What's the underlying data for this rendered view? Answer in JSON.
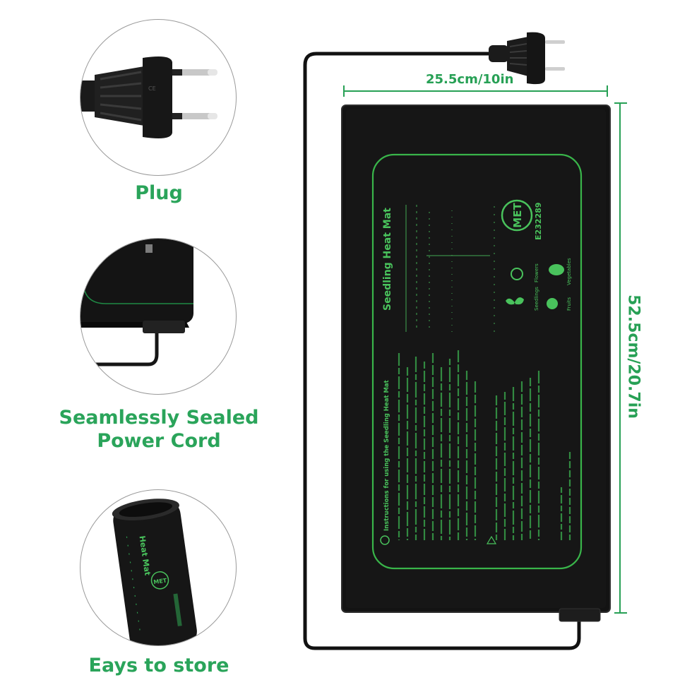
{
  "features": [
    {
      "caption": "Plug"
    },
    {
      "caption_line1": "Seamlessly Sealed",
      "caption_line2": "Power Cord"
    },
    {
      "caption": "Eays to store"
    }
  ],
  "dimensions": {
    "width": "25.5cm/10in",
    "length": "52.5cm/20.7in"
  },
  "mat": {
    "product_title": "Seedling Heat Mat",
    "cert_logo": "MET",
    "cert_code": "E232289",
    "instructions_heading": "Instructions for using the Seedling Heat Mat",
    "plants": [
      "Seedlings",
      "Flowers",
      "Fruits",
      "Vegetables"
    ]
  },
  "roll": {
    "label": "Heat Mat",
    "cert_logo": "MET"
  },
  "colors": {
    "accent_green": "#2aa45a",
    "mat_black": "#121212",
    "mat_print_green": "#49c25c"
  }
}
